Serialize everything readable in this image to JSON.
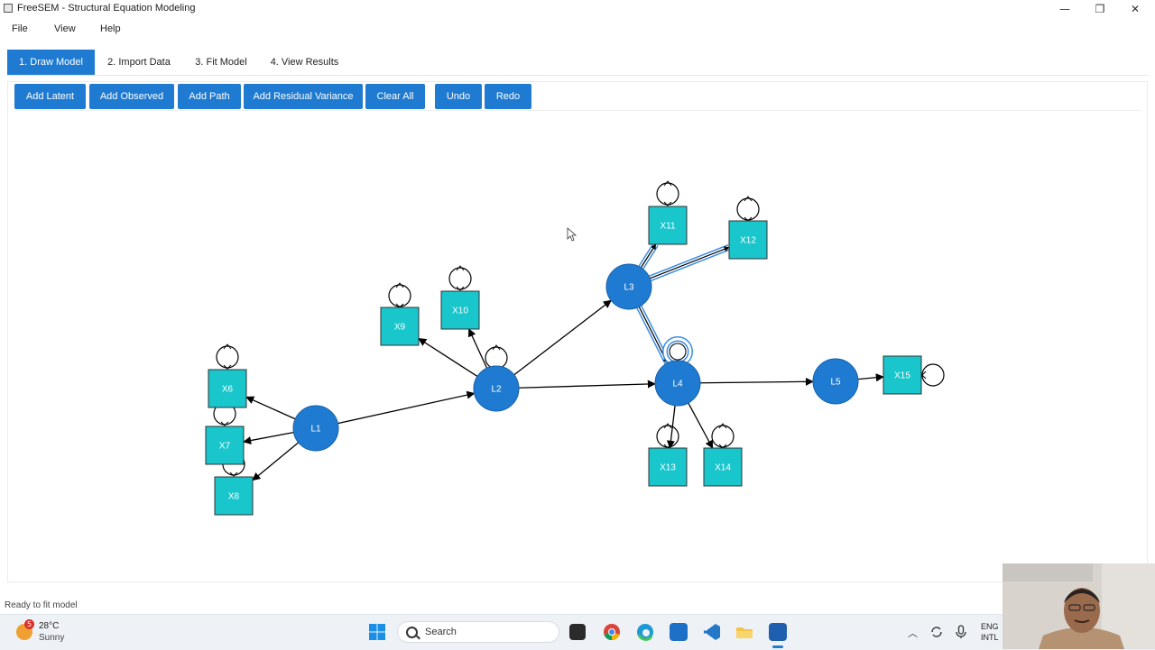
{
  "window": {
    "title": "FreeSEM - Structural Equation Modeling",
    "minimize": "—",
    "maximize": "❐",
    "close": "✕"
  },
  "menu": [
    "File",
    "View",
    "Help"
  ],
  "tabs": [
    {
      "label": "1. Draw Model",
      "active": true
    },
    {
      "label": "2. Import Data",
      "active": false
    },
    {
      "label": "3. Fit Model",
      "active": false
    },
    {
      "label": "4. View Results",
      "active": false
    }
  ],
  "toolbar": {
    "add_latent": "Add Latent",
    "add_observed": "Add Observed",
    "add_path": "Add Path",
    "add_residual": "Add Residual Variance",
    "clear_all": "Clear All",
    "undo": "Undo",
    "redo": "Redo"
  },
  "model": {
    "latents": [
      "L1",
      "L2",
      "L3",
      "L4",
      "L5"
    ],
    "observed": [
      "X6",
      "X7",
      "X8",
      "X9",
      "X10",
      "X11",
      "X12",
      "X13",
      "X14",
      "X15"
    ],
    "paths": [
      [
        "L1",
        "L2"
      ],
      [
        "L1",
        "X6"
      ],
      [
        "L1",
        "X7"
      ],
      [
        "L1",
        "X8"
      ],
      [
        "L2",
        "X9"
      ],
      [
        "L2",
        "X10"
      ],
      [
        "L2",
        "L3"
      ],
      [
        "L2",
        "L4"
      ],
      [
        "L3",
        "X11"
      ],
      [
        "L3",
        "X12"
      ],
      [
        "L3",
        "L4"
      ],
      [
        "L4",
        "L5"
      ],
      [
        "L4",
        "X13"
      ],
      [
        "L4",
        "X14"
      ],
      [
        "L5",
        "X15"
      ]
    ],
    "selected_paths": [
      [
        "L3",
        "X11"
      ],
      [
        "L3",
        "X12"
      ],
      [
        "L3",
        "L4"
      ]
    ]
  },
  "status": "Ready to fit model",
  "taskbar": {
    "weather_badge": "5",
    "temperature": "28°C",
    "condition": "Sunny",
    "search_label": "Search",
    "lang_line1": "ENG",
    "lang_line2": "INTL"
  },
  "colors": {
    "accent": "#1f7bd1",
    "latent_fill": "#1f7bd1",
    "observed_fill": "#19c6cc",
    "selected_path": "#3b8de0"
  }
}
